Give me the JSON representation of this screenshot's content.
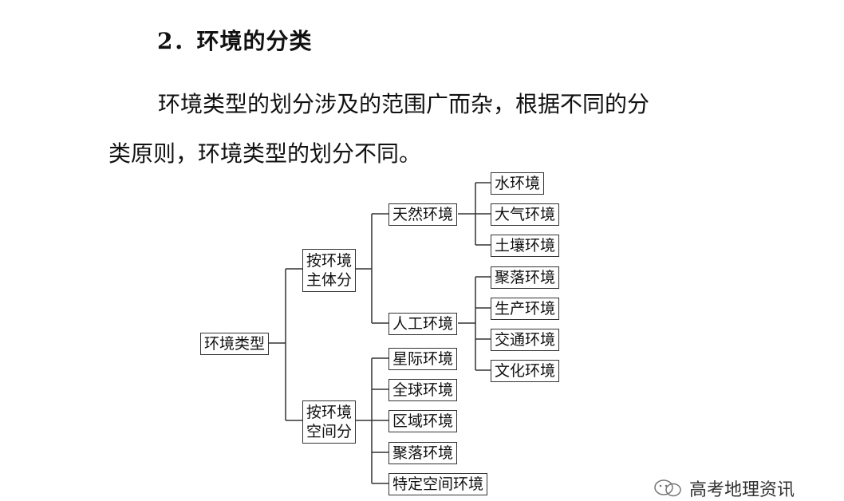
{
  "heading": "2．环境的分类",
  "paragraph": {
    "line1": "环境类型的划分涉及的范围广而杂，根据不同的分",
    "line2": "类原则，环境类型的划分不同。"
  },
  "diagram": {
    "root": "环境类型",
    "branch_subject": {
      "line1": "按环境",
      "line2": "主体分"
    },
    "branch_space": {
      "line1": "按环境",
      "line2": "空间分"
    },
    "natural": "天然环境",
    "artificial": "人工环境",
    "natural_children": [
      "水环境",
      "大气环境",
      "土壤环境"
    ],
    "artificial_children": [
      "聚落环境",
      "生产环境",
      "交通环境",
      "文化环境"
    ],
    "space_children": [
      "星际环境",
      "全球环境",
      "区域环境",
      "聚落环境",
      "特定空间环境"
    ]
  },
  "watermark": {
    "text": "高考地理资讯",
    "icon": "wechat-icon"
  }
}
